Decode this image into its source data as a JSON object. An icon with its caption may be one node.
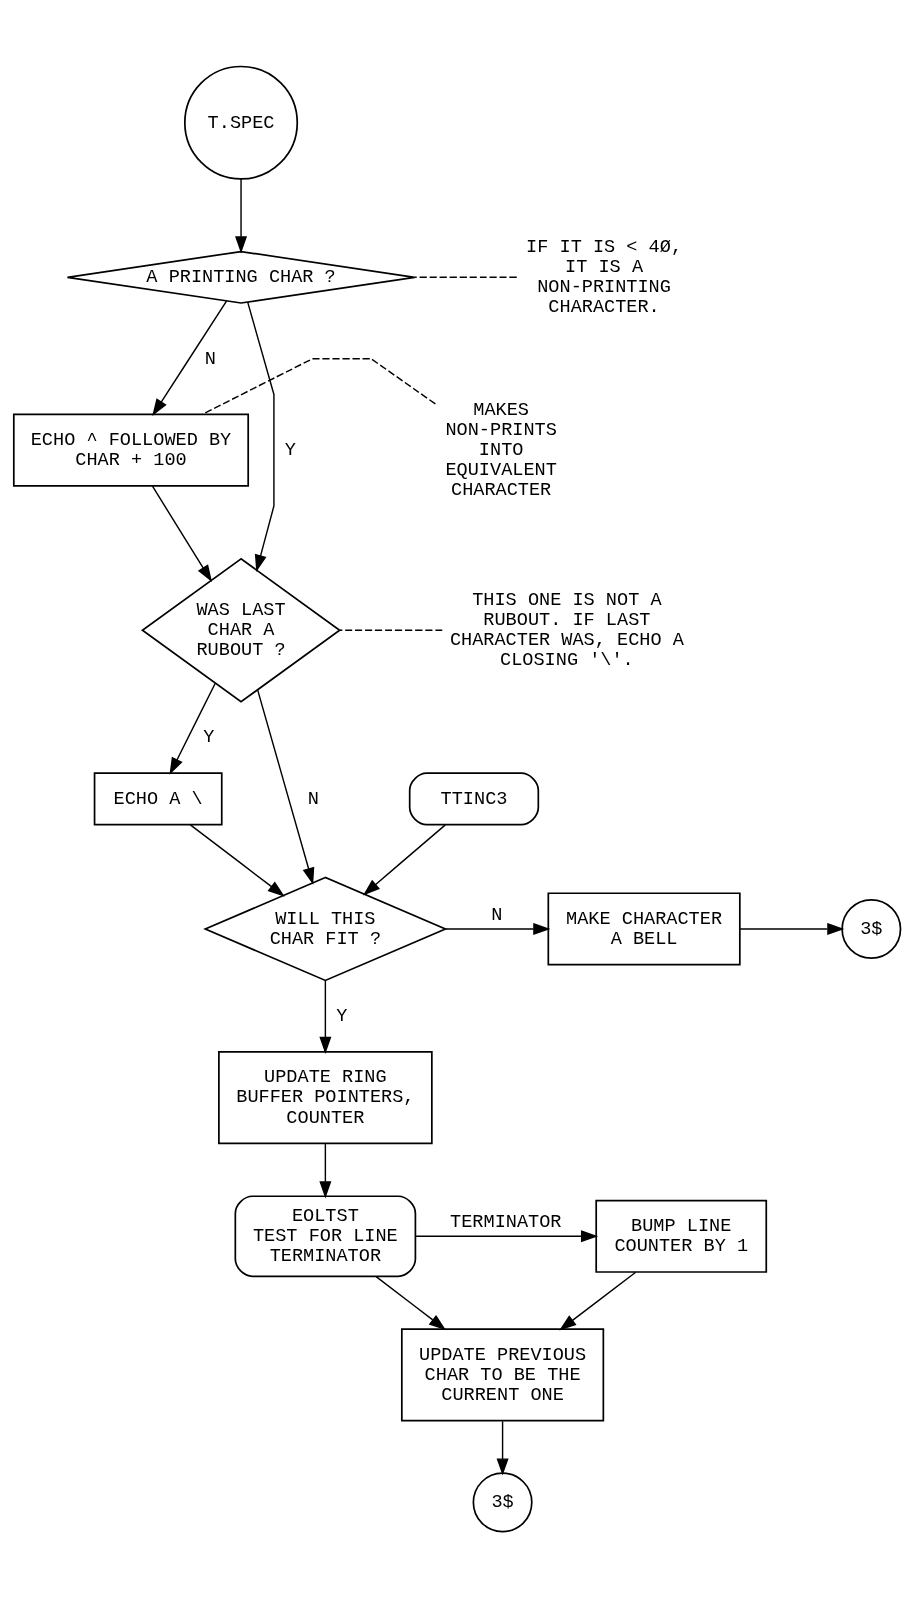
{
  "diagram": {
    "nodes": [
      {
        "text": [
          "T.SPEC"
        ]
      },
      {
        "text": [
          "A PRINTING CHAR ?"
        ]
      },
      {
        "text": [
          "IF IT IS < 4Ø, IT IS A NON-PRINTING CHARACTER."
        ]
      },
      {
        "text": [
          "ECHO ^ FOLLOWED BY CHAR + 100"
        ]
      },
      {
        "text": [
          "MAKES NON-PRINTS INTO EQUIVALENT CHARACTER"
        ]
      },
      {
        "text": [
          "WAS LAST CHAR A RUBOUT ?"
        ]
      },
      {
        "text": [
          "THIS ONE IS NOT A RUBOUT. IF LAST CHARACTER WAS, ECHO A CLOSING '\\'."
        ]
      },
      {
        "text": [
          "ECHO A \\"
        ]
      },
      {
        "text": [
          "TTINC3"
        ]
      },
      {
        "text": [
          "WILL THIS CHAR FIT ?"
        ]
      },
      {
        "text": [
          "MAKE CHARACTER A BELL"
        ]
      },
      {
        "text": [
          "3$"
        ]
      },
      {
        "text": [
          "UPDATE RING BUFFER POINTERS, COUNTER"
        ]
      },
      {
        "text": [
          "EOLTST",
          "TEST FOR LINE TERMINATOR"
        ]
      },
      {
        "text": [
          "BUMP LINE COUNTER BY 1"
        ]
      },
      {
        "text": [
          "UPDATE PREVIOUS CHAR TO BE THE CURRENT ONE"
        ]
      },
      {
        "text": [
          "3$"
        ]
      }
    ],
    "edges": [
      {
        "from": 0,
        "to": 1,
        "arrow": "to"
      },
      {
        "from": 2,
        "to": 1,
        "arrow": "none",
        "style": "dashed"
      },
      {
        "from": 1,
        "to": 3,
        "arrow": "to",
        "label": "N"
      },
      {
        "from": 1,
        "to": 5,
        "arrow": "to",
        "label": "Y"
      },
      {
        "from": 4,
        "to": 3,
        "arrow": "none",
        "style": "dashed"
      },
      {
        "from": 3,
        "to": 5,
        "arrow": "to"
      },
      {
        "from": 6,
        "to": 5,
        "arrow": "none",
        "style": "dashed"
      },
      {
        "from": 5,
        "to": 7,
        "arrow": "to",
        "label": "Y"
      },
      {
        "from": 5,
        "to": 9,
        "arrow": "to",
        "label": "N"
      },
      {
        "from": 7,
        "to": 9,
        "arrow": "to"
      },
      {
        "from": 8,
        "to": 9,
        "arrow": "to"
      },
      {
        "from": 9,
        "to": 10,
        "arrow": "to",
        "label": "N"
      },
      {
        "from": 10,
        "to": 11,
        "arrow": "to"
      },
      {
        "from": 9,
        "to": 12,
        "arrow": "to",
        "label": "Y"
      },
      {
        "from": 12,
        "to": 13,
        "arrow": "to"
      },
      {
        "from": 13,
        "to": 14,
        "arrow": "to",
        "label": "TERMINATOR"
      },
      {
        "from": 13,
        "to": 15,
        "arrow": "to"
      },
      {
        "from": 14,
        "to": 15,
        "arrow": "to"
      },
      {
        "from": 15,
        "to": 16,
        "arrow": "to"
      }
    ]
  }
}
